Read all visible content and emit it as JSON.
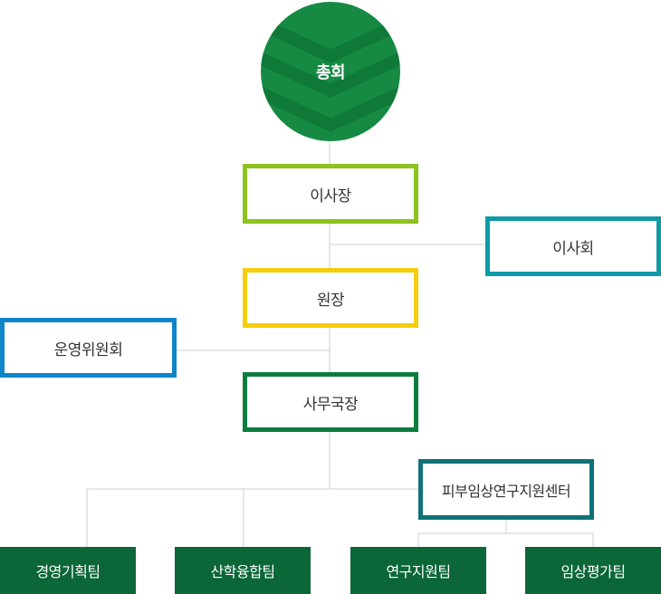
{
  "org_chart": {
    "general_meeting": "총회",
    "chairman": "이사장",
    "board": "이사회",
    "director": "원장",
    "operating_committee": "운영위원회",
    "secretary_general": "사무국장",
    "support_center": "피부임상연구지원센터",
    "teams": {
      "management_planning": "경영기획팀",
      "industry_convergence": "산학융합팀",
      "research_support": "연구지원팀",
      "clinical_evaluation": "임상평가팀"
    }
  },
  "colors": {
    "general_meeting": "#168a43",
    "chairman": "#8dc21f",
    "board": "#0e9aa7",
    "director": "#f6cd0c",
    "operating_committee": "#0f85c9",
    "secretary_general": "#0b7d3e",
    "support_center": "#0e7378",
    "teams": "#0b6638",
    "connector": "#cfcfcf"
  }
}
